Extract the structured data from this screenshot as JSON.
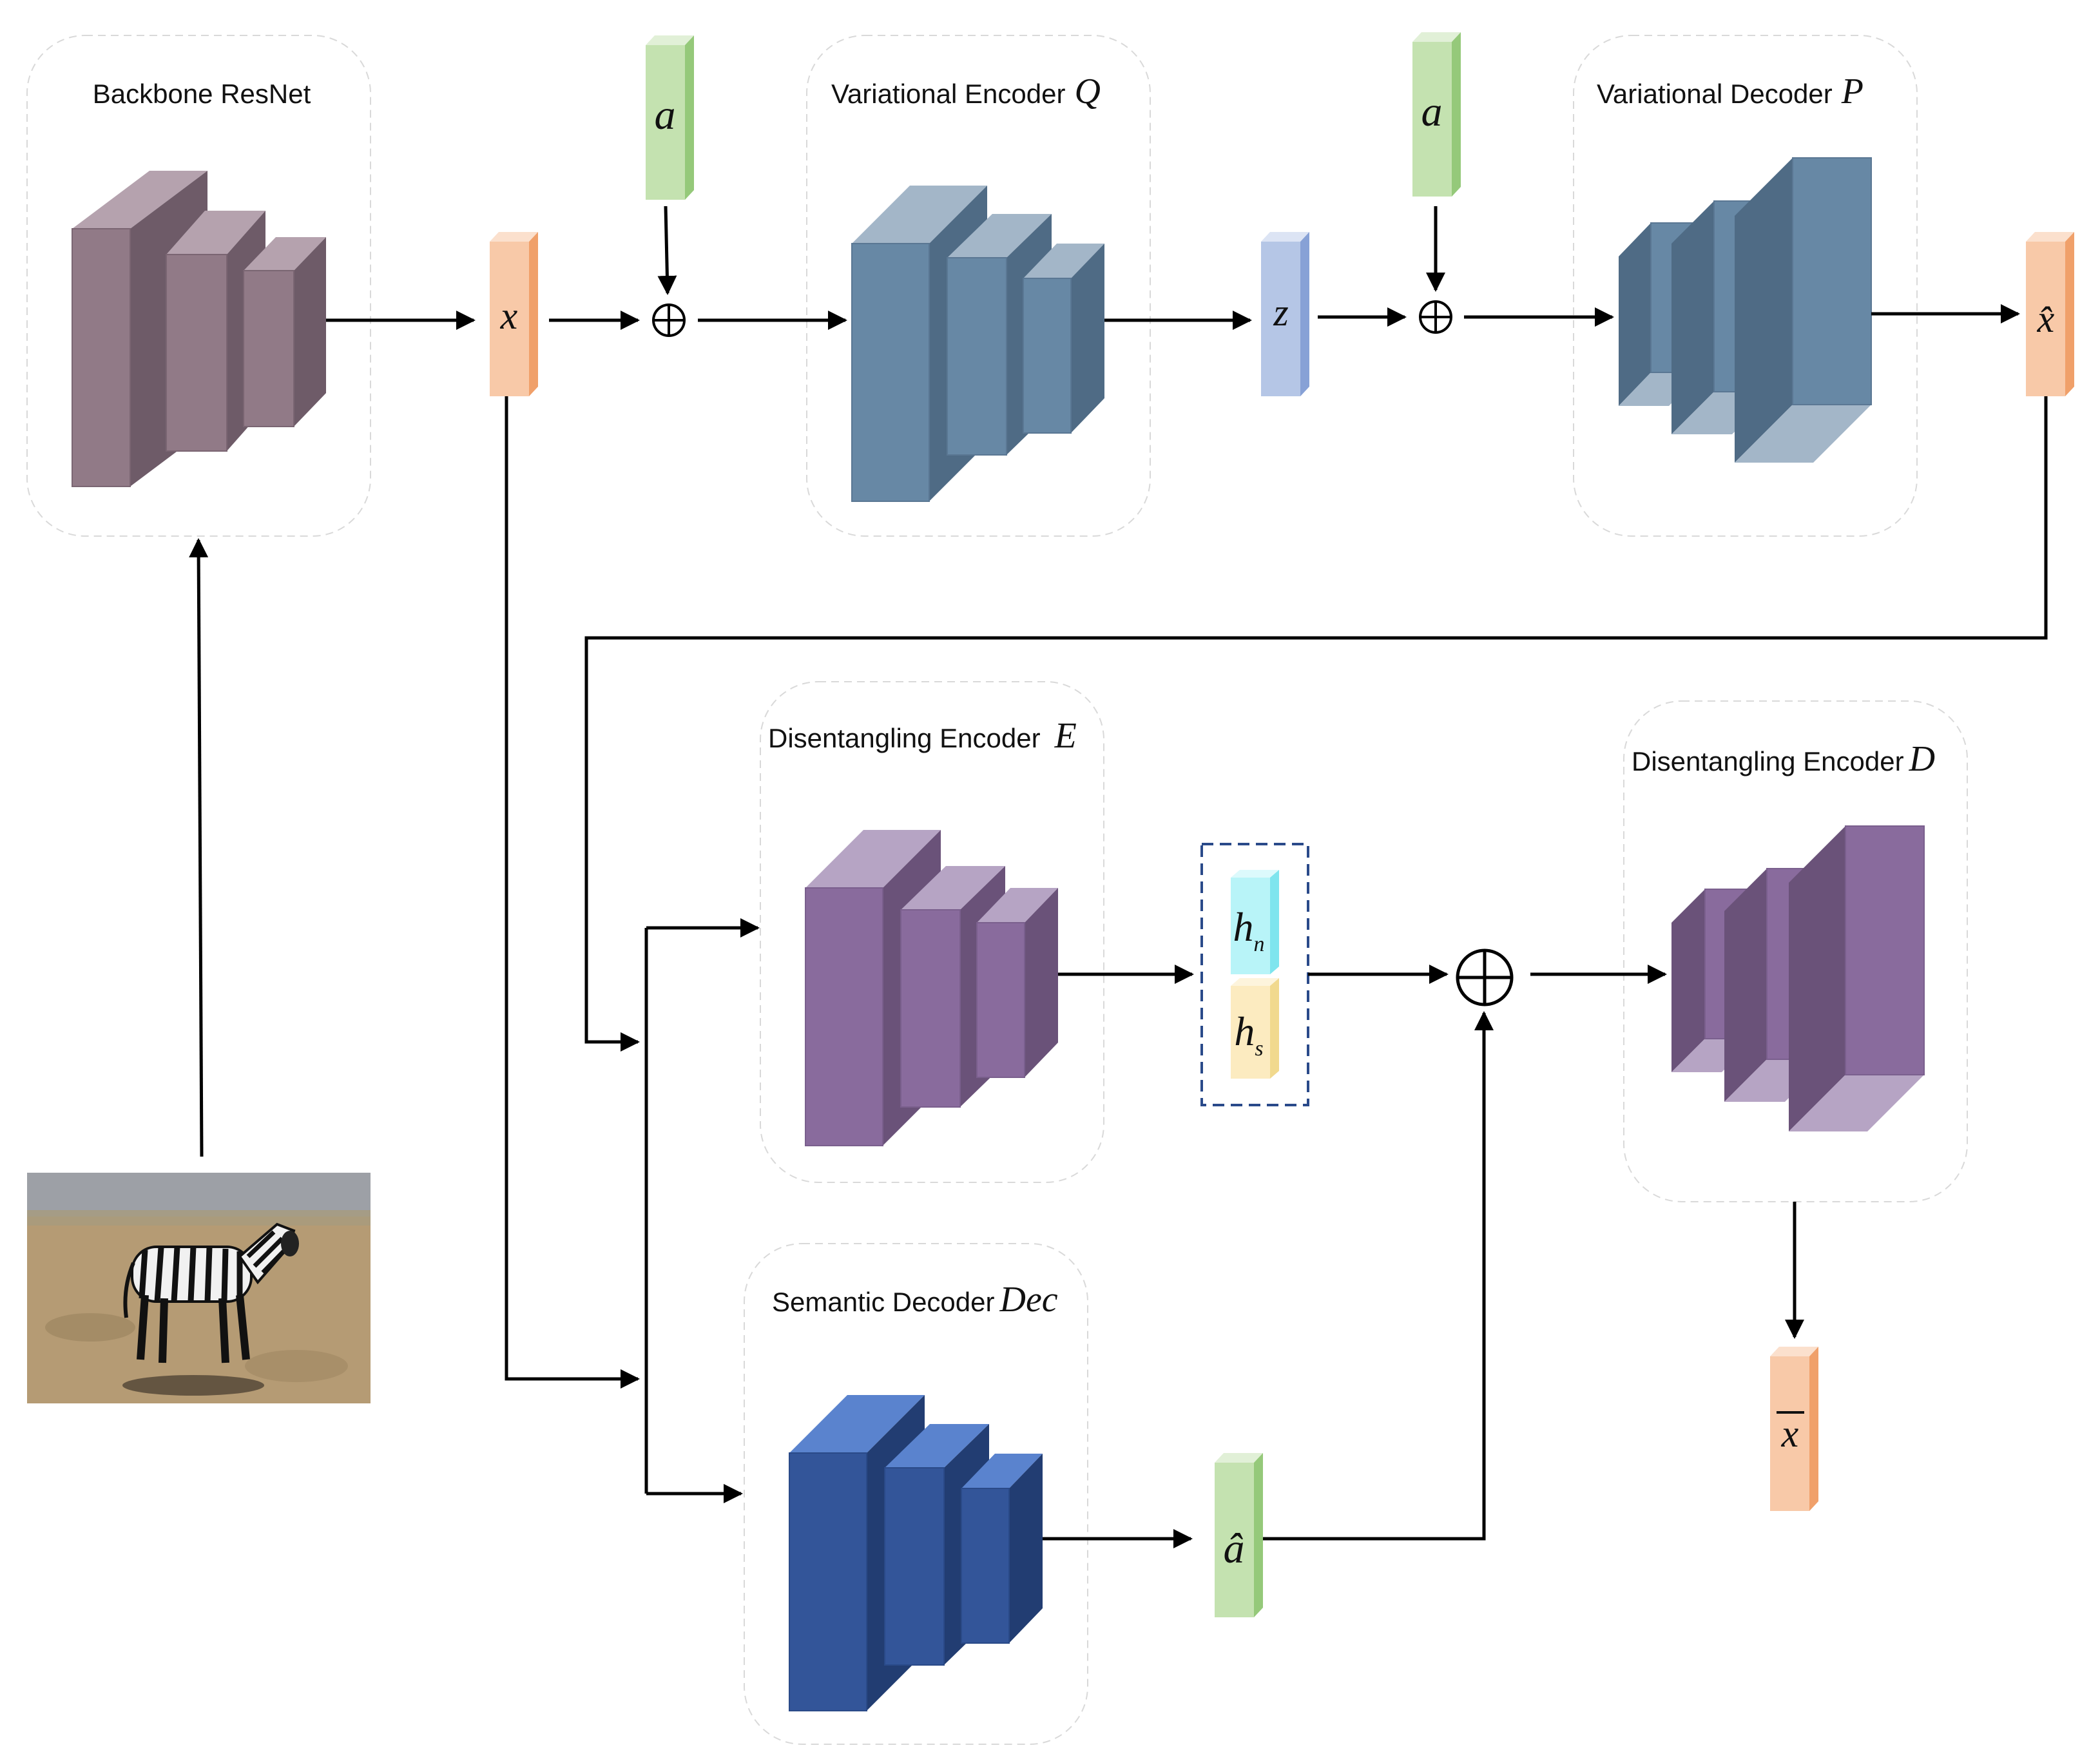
{
  "panels": {
    "backbone": {
      "label": "Backbone ResNet",
      "symbol": ""
    },
    "var_encoder": {
      "label": "Variational Encoder",
      "symbol": "Q"
    },
    "var_decoder": {
      "label": "Variational Decoder",
      "symbol": "P"
    },
    "dis_encoder": {
      "label": "Disentangling Encoder",
      "symbol": "E"
    },
    "dis_encoder_d": {
      "label": "Disentangling Encoder",
      "symbol": "D"
    },
    "sem_decoder": {
      "label": "Semantic Decoder",
      "symbol": "Dec"
    }
  },
  "vectors": {
    "x": "x",
    "a1": "a",
    "a2": "a",
    "z": "z",
    "x_hat": "x̂",
    "h_n": "h",
    "h_n_sub": "n",
    "h_s": "h",
    "h_s_sub": "s",
    "a_hat": "â",
    "x_bar": "x"
  },
  "colors": {
    "backbone": "#917A87",
    "var_net": "#6788A5",
    "dis_net": "#896B9D",
    "sem_net": "#335599",
    "x_vec": "#F8C9A8",
    "a_vec": "#C4E2B0",
    "z_vec": "#B5C6E6",
    "hn_vec": "#B8F4F8",
    "hs_vec": "#FCEBC0",
    "dashed_group": "#2A4A8A"
  }
}
